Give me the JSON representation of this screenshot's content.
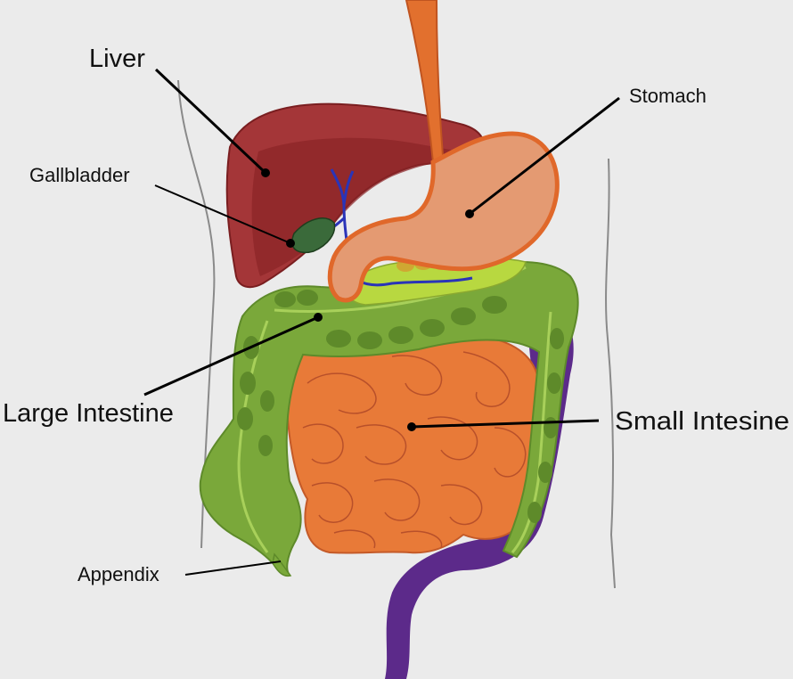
{
  "diagram": {
    "background_color": "#ebebeb",
    "organ_colors": {
      "liver": "#a43638",
      "liver_dark": "#8a2426",
      "gallbladder": "#3a6a3a",
      "bile_ducts": "#2a34b8",
      "stomach": "#e49a72",
      "stomach_outline": "#e0682a",
      "esophagus": "#e2702e",
      "pancreas": "#b8d840",
      "large_intestine": "#7aa83a",
      "large_intestine_dark": "#5e8a2a",
      "small_intestine": "#e87a38",
      "small_intestine_fold": "#b8502a",
      "rectum": "#5c2a8a",
      "body_outline": "#8a8a8a"
    },
    "labels": {
      "liver": "Liver",
      "stomach": "Stomach",
      "gallbladder": "Gallbladder",
      "large_intestine": "Large Intestine",
      "small_intestine": "Small Intesine",
      "appendix": "Appendix"
    }
  }
}
